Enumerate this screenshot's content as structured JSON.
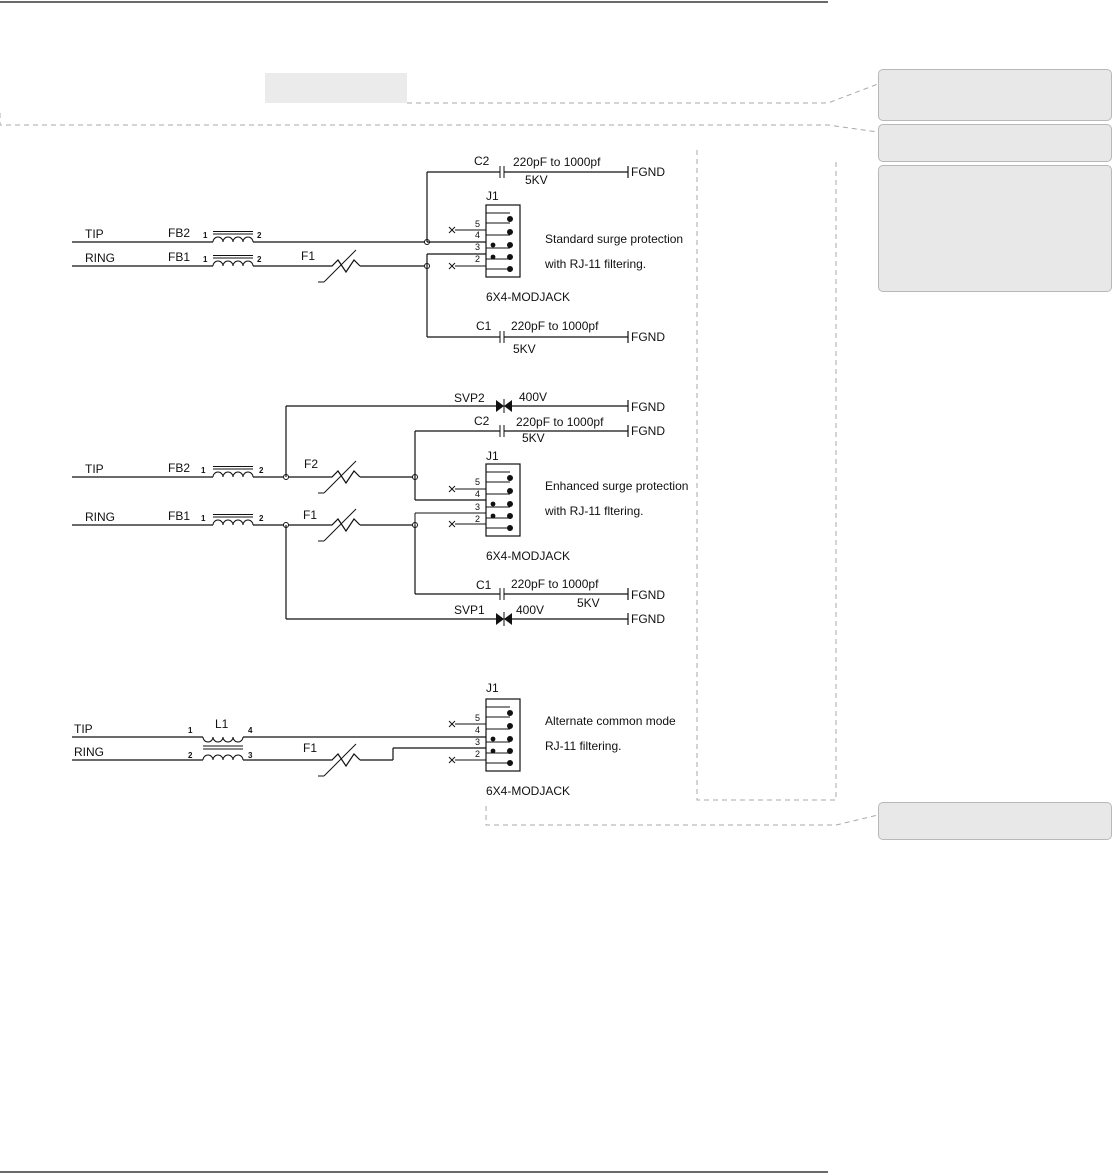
{
  "circuits": [
    {
      "title": "standard",
      "tip": "TIP",
      "ring": "RING",
      "fb_tip": "FB2",
      "fb_ring": "FB1",
      "fuse_ring": "F1",
      "cap_top": "C2",
      "cap_top_value": "220pF to 1000pf",
      "cap_top_rating": "5KV",
      "cap_bottom": "C1",
      "cap_bottom_value": "220pF to 1000pf",
      "cap_bottom_rating": "5KV",
      "gnd": "FGND",
      "jack_ref": "J1",
      "jack_name": "6X4-MODJACK",
      "desc_line1": "Standard surge protection",
      "desc_line2": "with RJ-11 filtering."
    },
    {
      "title": "enhanced",
      "tip": "TIP",
      "ring": "RING",
      "fb_tip": "FB2",
      "fb_ring": "FB1",
      "fuse_tip": "F2",
      "fuse_ring": "F1",
      "svp_top": "SVP2",
      "svp_top_value": "400V",
      "svp_bottom": "SVP1",
      "svp_bottom_value": "400V",
      "cap_top": "C2",
      "cap_top_value": "220pF to 1000pf",
      "cap_top_rating": "5KV",
      "cap_bottom": "C1",
      "cap_bottom_value": "220pF to 1000pf",
      "cap_bottom_rating": "5KV",
      "gnd": "FGND",
      "jack_ref": "J1",
      "jack_name": "6X4-MODJACK",
      "desc_line1": "Enhanced surge protection",
      "desc_line2": "with RJ-11 fltering."
    },
    {
      "title": "alternate",
      "tip": "TIP",
      "ring": "RING",
      "inductor": "L1",
      "fuse_ring": "F1",
      "jack_ref": "J1",
      "jack_name": "6X4-MODJACK",
      "desc_line1": "Alternate common mode",
      "desc_line2": "RJ-11 filtering."
    }
  ],
  "pin_labels": {
    "fb_in": "1",
    "fb_out": "2",
    "l1_tip_in": "1",
    "l1_tip_out": "4",
    "l1_ring_in": "2",
    "l1_ring_out": "3",
    "jack_5": "5",
    "jack_4": "4",
    "jack_3": "3",
    "jack_2": "2"
  },
  "colors": {
    "line": "#111111",
    "callout_fill": "#e8e8e8",
    "callout_border": "#b8b8b8",
    "dashed": "#aaaaaa"
  }
}
